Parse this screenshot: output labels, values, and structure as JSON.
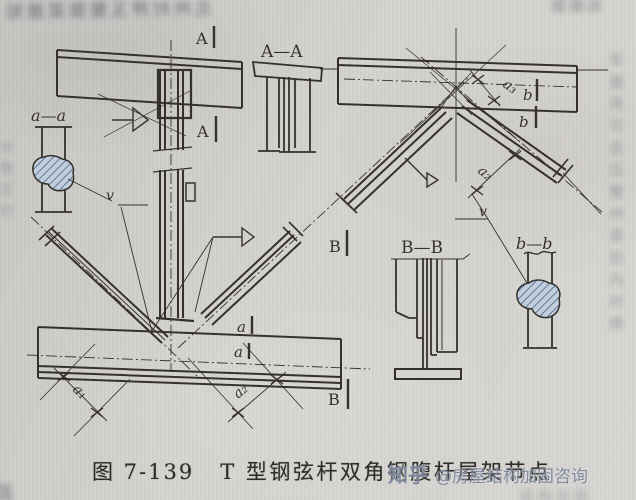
{
  "figure": {
    "caption_number": "图 7-139",
    "caption_title": "T 型钢弦杆双角钢腹杆屋架节点"
  },
  "watermark": {
    "brand": "知乎",
    "account": "@房屋结构加固咨询"
  },
  "section_labels": {
    "AA": "A—A",
    "aa": "a—a",
    "BB": "B—B",
    "bb": "b—b"
  },
  "cut_marks": {
    "A_top": "A",
    "A_bottom": "A",
    "B_top": "B",
    "B_bottom": "B",
    "a_top": "a",
    "a_bottom": "a",
    "b_top": "b",
    "b_bottom": "b"
  },
  "dimensions": {
    "a1": "a₁",
    "a2_bottom": "a₂",
    "a2_top": "a₂",
    "a3": "a₃"
  },
  "weld_labels": {
    "v_left": "v",
    "v_right": "v"
  },
  "bleedthrough": {
    "top_left": "北州村押玉整弼梁屋知",
    "top_right": "如图弼",
    "right_edge": "军弼再可总压整州梁知内村焊",
    "left_edge": "州整压村",
    "bottom_left": "强",
    "bottom_right": "结构加固"
  },
  "colors": {
    "paper": "#d3d1cd",
    "ink": "#35322e",
    "weld_fill": "#c2cedb",
    "weld_hatch": "#3e5d85",
    "watermark": "#7a849a",
    "caption": "#2e2c29"
  }
}
